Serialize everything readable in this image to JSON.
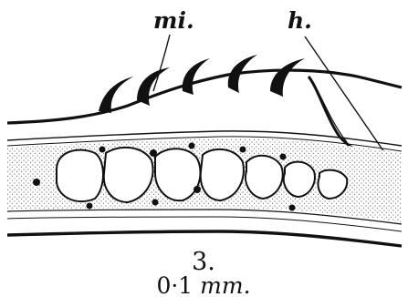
{
  "labels": {
    "mi": "mi.",
    "h": "h."
  },
  "caption": {
    "figure_number": "3.",
    "scale_value": "0·1",
    "scale_unit": "mm."
  },
  "colors": {
    "ink": "#111111",
    "paper": "#ffffff"
  }
}
